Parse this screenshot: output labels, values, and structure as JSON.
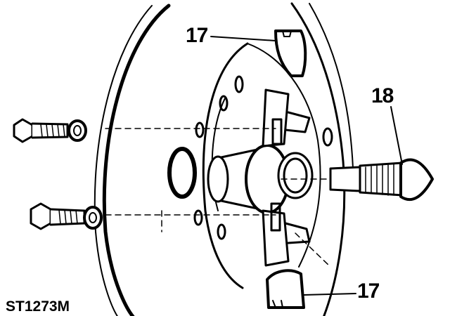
{
  "figure": {
    "reference_code": "ST1273M",
    "ink_color": "#000000",
    "paper_color": "#ffffff"
  },
  "callouts": {
    "top_left": "17",
    "top_right": "18",
    "bottom_right": "17"
  }
}
